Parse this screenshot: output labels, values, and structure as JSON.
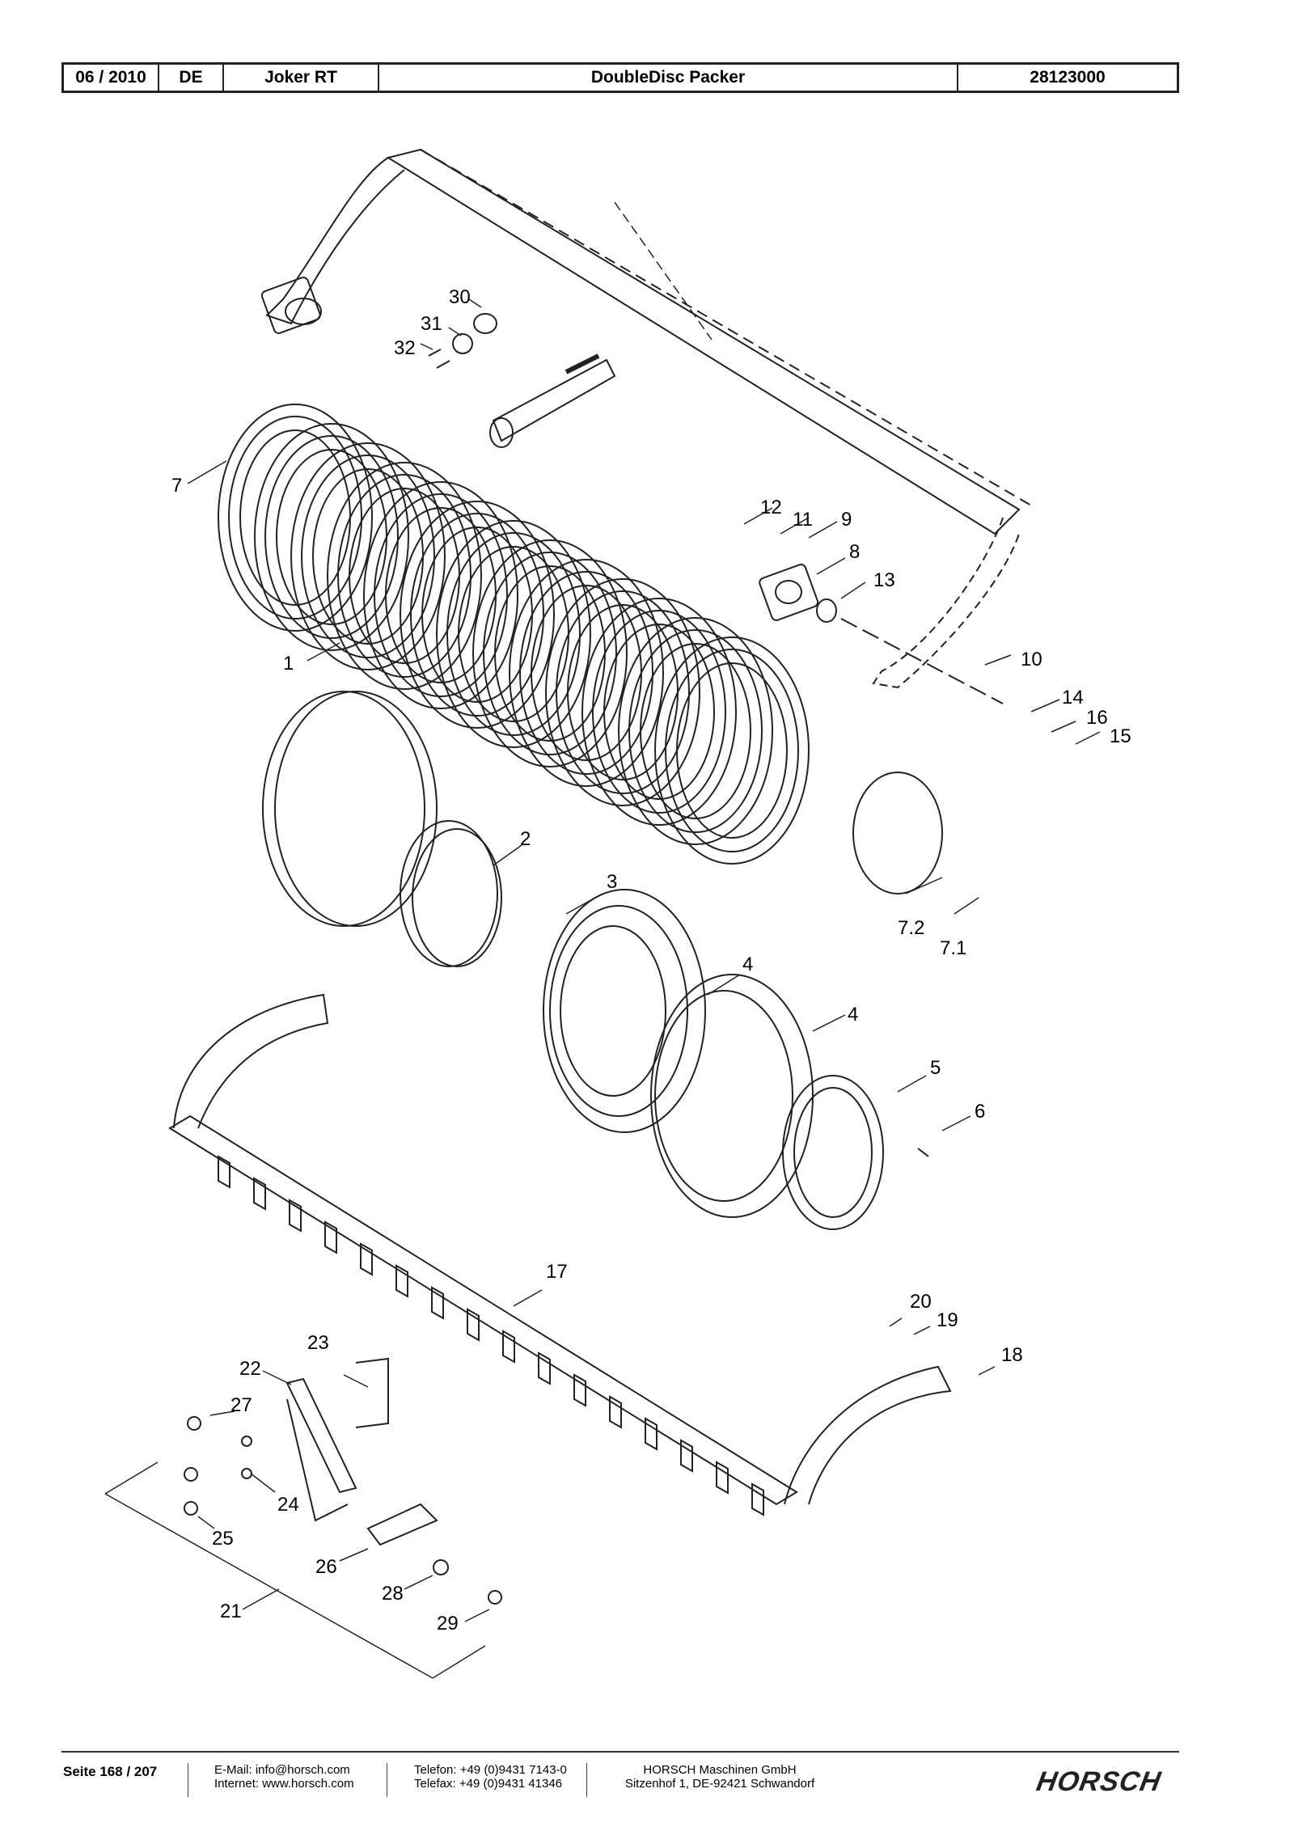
{
  "header": {
    "date": "06 / 2010",
    "language": "DE",
    "machine": "Joker RT",
    "assembly": "DoubleDisc Packer",
    "part_number": "28123000"
  },
  "callouts": [
    "30",
    "31",
    "32",
    "7",
    "12",
    "11",
    "9",
    "8",
    "13",
    "1",
    "10",
    "14",
    "16",
    "15",
    "2",
    "3",
    "7.2",
    "7.1",
    "4",
    "4",
    "5",
    "6",
    "17",
    "20",
    "19",
    "23",
    "18",
    "22",
    "27",
    "24",
    "25",
    "26",
    "28",
    "21",
    "29"
  ],
  "footer": {
    "page": "Seite 168 / 207",
    "email": "E-Mail: info@horsch.com",
    "internet": "Internet: www.horsch.com",
    "phone": "Telefon: +49 (0)9431 7143-0",
    "fax": "Telefax: +49 (0)9431 41346",
    "company": "HORSCH Maschinen GmbH",
    "address": "Sitzenhof 1, DE-92421 Schwandorf",
    "logo_text": "HORSCH"
  }
}
